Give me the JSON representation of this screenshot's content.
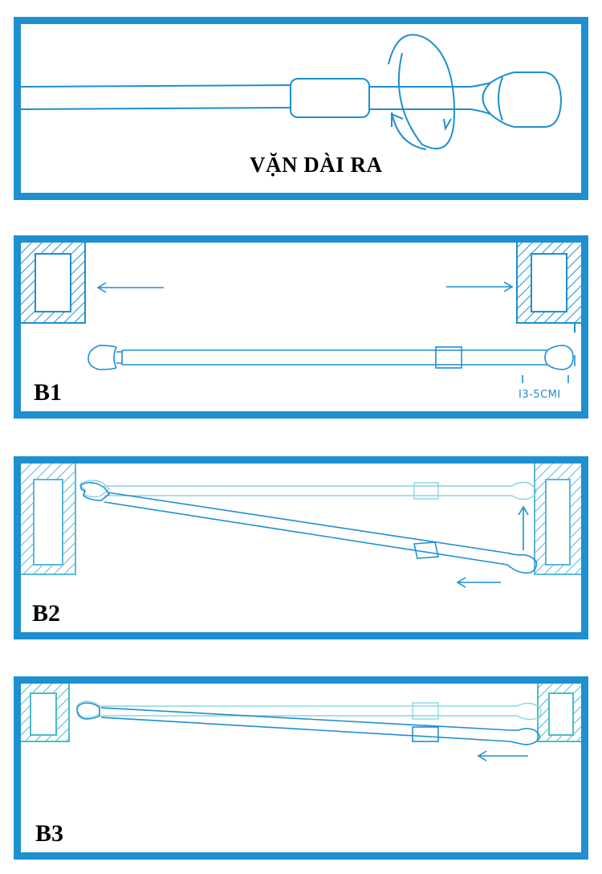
{
  "panels": {
    "extend": {
      "caption": "VẶN DÀI RA"
    },
    "b1": {
      "label": "B1",
      "dimension": "I3-5CMI"
    },
    "b2": {
      "label": "B2"
    },
    "b3": {
      "label": "B3"
    }
  },
  "colors": {
    "frame": "#1e8fd0",
    "line_primary": "#1e8fd0",
    "line_faded": "#5ab8d8",
    "line_teal": "#4cbcc8",
    "text": "#000000"
  },
  "icons": [
    "rotate-arrow-icon",
    "arrow-left-icon",
    "arrow-right-icon",
    "arrow-up-icon"
  ]
}
